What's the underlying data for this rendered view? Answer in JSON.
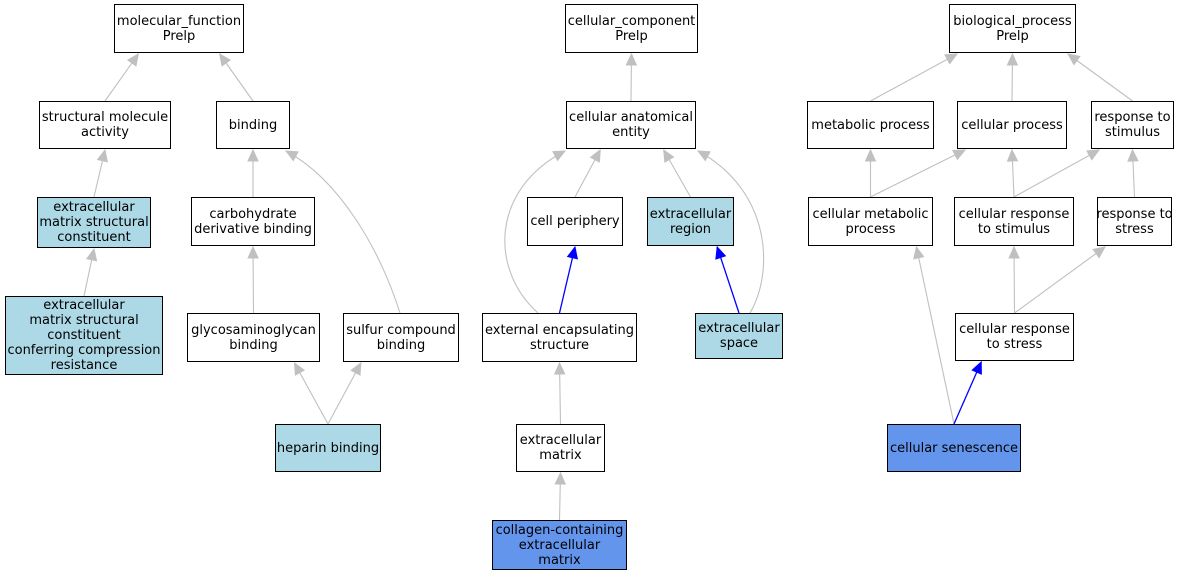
{
  "colors": {
    "default_fill": "#ffffff",
    "light_fill": "#add8e6",
    "dark_fill": "#6495ed",
    "edge_gray": "#c0c0c0",
    "edge_blue": "#0000ff"
  },
  "nodes": [
    {
      "id": "mf_root",
      "lines": [
        "molecular_function",
        "Prelp"
      ],
      "fill": "default"
    },
    {
      "id": "structural_molecule_activity",
      "lines": [
        "structural molecule",
        "activity"
      ],
      "fill": "default"
    },
    {
      "id": "binding",
      "lines": [
        "binding"
      ],
      "fill": "default"
    },
    {
      "id": "ecm_structural_constituent",
      "lines": [
        "extracellular",
        "matrix structural",
        "constituent"
      ],
      "fill": "light"
    },
    {
      "id": "carbohydrate_derivative_binding",
      "lines": [
        "carbohydrate",
        "derivative binding"
      ],
      "fill": "default"
    },
    {
      "id": "ecm_compression_resistance",
      "lines": [
        "extracellular",
        "matrix structural",
        "constituent",
        "conferring compression",
        "resistance"
      ],
      "fill": "light"
    },
    {
      "id": "glycosaminoglycan_binding",
      "lines": [
        "glycosaminoglycan",
        "binding"
      ],
      "fill": "default"
    },
    {
      "id": "sulfur_compound_binding",
      "lines": [
        "sulfur compound",
        "binding"
      ],
      "fill": "default"
    },
    {
      "id": "heparin_binding",
      "lines": [
        "heparin binding"
      ],
      "fill": "light"
    },
    {
      "id": "cc_root",
      "lines": [
        "cellular_component",
        "Prelp"
      ],
      "fill": "default"
    },
    {
      "id": "cellular_anatomical_entity",
      "lines": [
        "cellular anatomical",
        "entity"
      ],
      "fill": "default"
    },
    {
      "id": "cell_periphery",
      "lines": [
        "cell periphery"
      ],
      "fill": "default"
    },
    {
      "id": "extracellular_region",
      "lines": [
        "extracellular",
        "region"
      ],
      "fill": "light"
    },
    {
      "id": "external_encapsulating_structure",
      "lines": [
        "external encapsulating",
        "structure"
      ],
      "fill": "default"
    },
    {
      "id": "extracellular_space",
      "lines": [
        "extracellular",
        "space"
      ],
      "fill": "light"
    },
    {
      "id": "extracellular_matrix",
      "lines": [
        "extracellular",
        "matrix"
      ],
      "fill": "default"
    },
    {
      "id": "collagen_containing_ecm",
      "lines": [
        "collagen-containing",
        "extracellular",
        "matrix"
      ],
      "fill": "dark"
    },
    {
      "id": "bp_root",
      "lines": [
        "biological_process",
        "Prelp"
      ],
      "fill": "default"
    },
    {
      "id": "metabolic_process",
      "lines": [
        "metabolic process"
      ],
      "fill": "default"
    },
    {
      "id": "cellular_process",
      "lines": [
        "cellular process"
      ],
      "fill": "default"
    },
    {
      "id": "response_to_stimulus",
      "lines": [
        "response to",
        "stimulus"
      ],
      "fill": "default"
    },
    {
      "id": "cellular_metabolic_process",
      "lines": [
        "cellular metabolic",
        "process"
      ],
      "fill": "default"
    },
    {
      "id": "cellular_response_to_stimulus",
      "lines": [
        "cellular response",
        "to stimulus"
      ],
      "fill": "default"
    },
    {
      "id": "response_to_stress",
      "lines": [
        "response to",
        "stress"
      ],
      "fill": "default"
    },
    {
      "id": "cellular_response_to_stress",
      "lines": [
        "cellular response",
        "to stress"
      ],
      "fill": "default"
    },
    {
      "id": "cellular_senescence",
      "lines": [
        "cellular senescence"
      ],
      "fill": "dark"
    }
  ],
  "edges": [
    {
      "from": "structural_molecule_activity",
      "to": "mf_root",
      "color": "gray"
    },
    {
      "from": "binding",
      "to": "mf_root",
      "color": "gray"
    },
    {
      "from": "ecm_structural_constituent",
      "to": "structural_molecule_activity",
      "color": "gray"
    },
    {
      "from": "ecm_compression_resistance",
      "to": "ecm_structural_constituent",
      "color": "gray"
    },
    {
      "from": "carbohydrate_derivative_binding",
      "to": "binding",
      "color": "gray"
    },
    {
      "from": "sulfur_compound_binding",
      "to": "binding",
      "color": "gray"
    },
    {
      "from": "glycosaminoglycan_binding",
      "to": "carbohydrate_derivative_binding",
      "color": "gray"
    },
    {
      "from": "heparin_binding",
      "to": "glycosaminoglycan_binding",
      "color": "gray"
    },
    {
      "from": "heparin_binding",
      "to": "sulfur_compound_binding",
      "color": "gray"
    },
    {
      "from": "cellular_anatomical_entity",
      "to": "cc_root",
      "color": "gray"
    },
    {
      "from": "cell_periphery",
      "to": "cellular_anatomical_entity",
      "color": "gray"
    },
    {
      "from": "extracellular_region",
      "to": "cellular_anatomical_entity",
      "color": "gray"
    },
    {
      "from": "external_encapsulating_structure",
      "to": "cellular_anatomical_entity",
      "color": "gray"
    },
    {
      "from": "extracellular_space",
      "to": "cellular_anatomical_entity",
      "color": "gray"
    },
    {
      "from": "external_encapsulating_structure",
      "to": "cell_periphery",
      "color": "blue"
    },
    {
      "from": "extracellular_space",
      "to": "extracellular_region",
      "color": "blue"
    },
    {
      "from": "extracellular_matrix",
      "to": "external_encapsulating_structure",
      "color": "gray"
    },
    {
      "from": "collagen_containing_ecm",
      "to": "extracellular_matrix",
      "color": "gray"
    },
    {
      "from": "metabolic_process",
      "to": "bp_root",
      "color": "gray"
    },
    {
      "from": "cellular_process",
      "to": "bp_root",
      "color": "gray"
    },
    {
      "from": "response_to_stimulus",
      "to": "bp_root",
      "color": "gray"
    },
    {
      "from": "cellular_metabolic_process",
      "to": "metabolic_process",
      "color": "gray"
    },
    {
      "from": "cellular_metabolic_process",
      "to": "cellular_process",
      "color": "gray"
    },
    {
      "from": "cellular_response_to_stimulus",
      "to": "cellular_process",
      "color": "gray"
    },
    {
      "from": "cellular_response_to_stimulus",
      "to": "response_to_stimulus",
      "color": "gray"
    },
    {
      "from": "response_to_stress",
      "to": "response_to_stimulus",
      "color": "gray"
    },
    {
      "from": "cellular_response_to_stress",
      "to": "cellular_response_to_stimulus",
      "color": "gray"
    },
    {
      "from": "cellular_response_to_stress",
      "to": "response_to_stress",
      "color": "gray"
    },
    {
      "from": "cellular_senescence",
      "to": "cellular_metabolic_process",
      "color": "gray"
    },
    {
      "from": "cellular_senescence",
      "to": "cellular_response_to_stress",
      "color": "blue"
    }
  ]
}
